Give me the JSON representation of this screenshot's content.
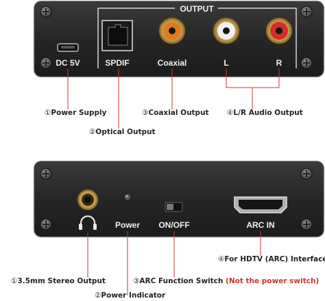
{
  "top_panel": {
    "section_title": "OUTPUT",
    "labels": {
      "dc": "DC 5V",
      "spdif": "SPDIF",
      "coaxial": "Coaxial",
      "left": "L",
      "right": "R"
    }
  },
  "bottom_panel": {
    "labels": {
      "power": "Power",
      "switch": "ON/OFF",
      "arc_in": "ARC IN"
    }
  },
  "callouts": {
    "power_supply": {
      "num": "①",
      "text": "Power Supply"
    },
    "optical_output": {
      "num": "②",
      "text": "Optical Output"
    },
    "coaxial_output": {
      "num": "③",
      "text": "Coaxial Output"
    },
    "lr_audio_output": {
      "num": "④",
      "text": "L/R Audio Output"
    },
    "stereo_output": {
      "num": "①",
      "text": "3.5mm Stereo Output"
    },
    "power_indicator": {
      "num": "②",
      "text": "Power Indicator"
    },
    "arc_switch": {
      "num": "③",
      "text": "ARC Function Switch",
      "note": "(Not the power switch)"
    },
    "hdtv_interface": {
      "num": "④",
      "text_pre": "For ",
      "text_bold": "HDTV",
      "text_post": " (ARC) Interface"
    }
  },
  "colors": {
    "panel": "#2b2b2b",
    "panel_edge": "#3d3d3d",
    "leader": "#d0342c",
    "rca_orange": "#e07a1f",
    "rca_white": "#f0f0f0",
    "rca_red": "#d42b2b",
    "warning_text": "#d0342c"
  }
}
